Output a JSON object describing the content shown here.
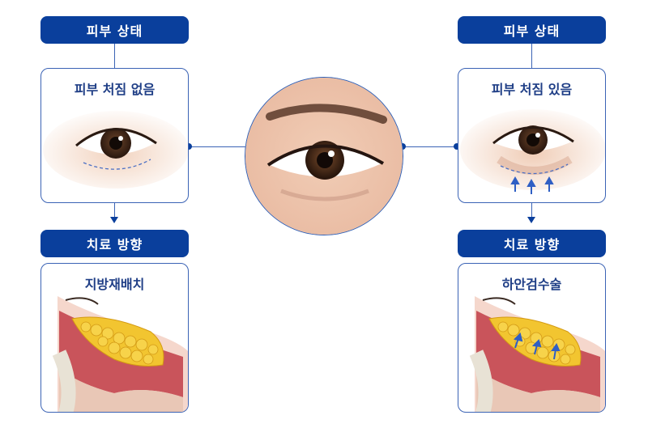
{
  "left": {
    "status_label": "피부 상태",
    "card_title": "피부 처짐 없음",
    "treatment_label": "치료 방향",
    "treatment_title": "지방재배치"
  },
  "right": {
    "status_label": "피부 상태",
    "card_title": "피부 처짐 있음",
    "treatment_label": "치료 방향",
    "treatment_title": "하안검수술"
  },
  "colors": {
    "accent": "#0a3f9c",
    "border": "#3b63b5",
    "title_text": "#1f3e86"
  }
}
